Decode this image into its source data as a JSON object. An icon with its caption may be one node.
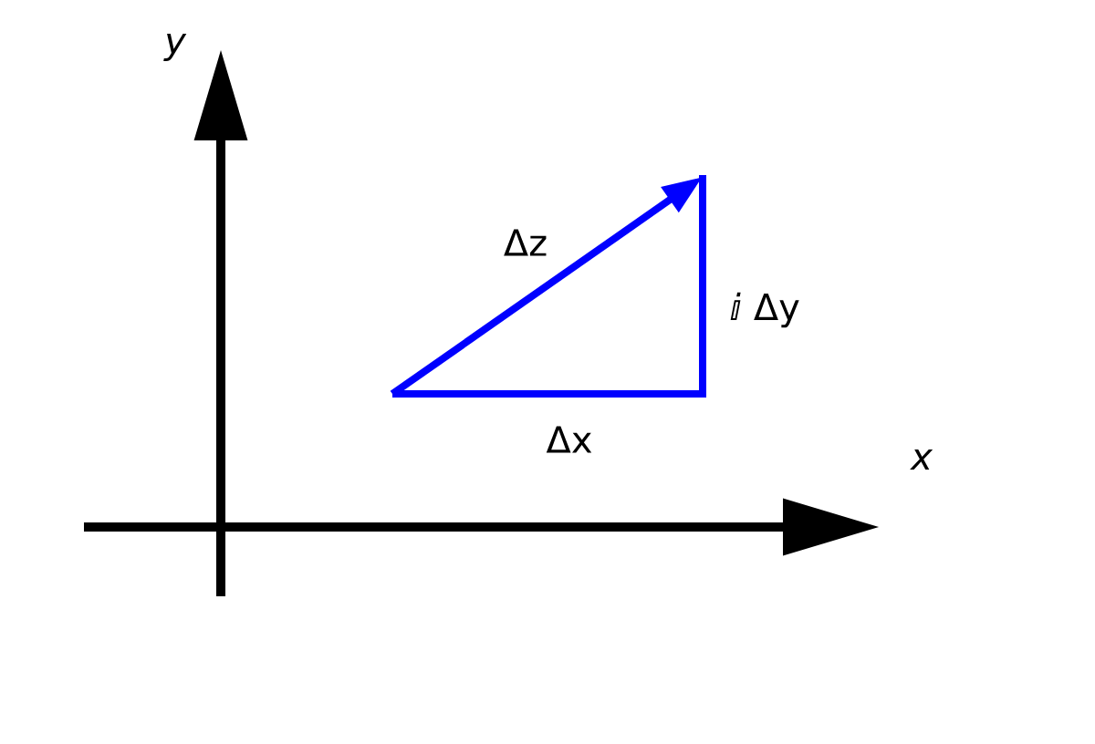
{
  "diagram": {
    "labels": [
      "y",
      "Δz",
      "ⅈ Δy",
      "Δx",
      "x"
    ]
  }
}
